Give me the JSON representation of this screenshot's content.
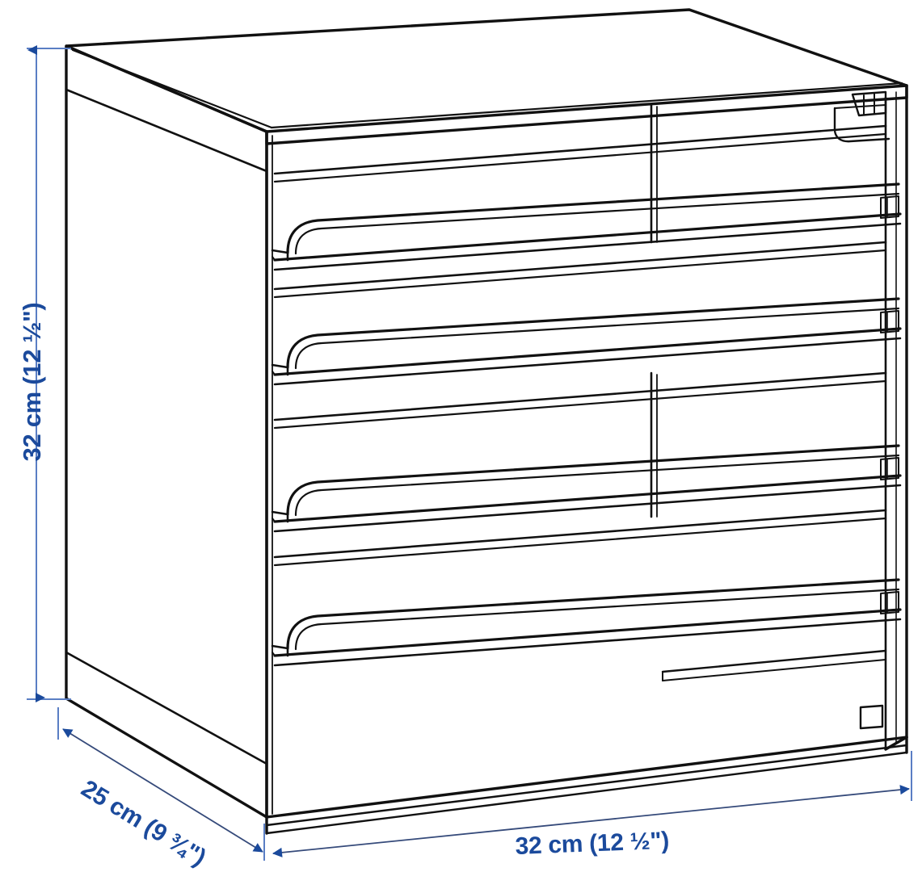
{
  "drawing": {
    "title": "Letter tray / document organiser dimension drawing",
    "view": "isometric line drawing",
    "shelf_count": 4,
    "line_color": "#111111",
    "dimension_color": "#1b4a9c",
    "dimension_line_color": "#5a7ec4",
    "background": "#ffffff"
  },
  "dimensions": {
    "height": {
      "label": "32 cm (12 ½\")",
      "value_cm": 32,
      "value_in": "12 ½\"",
      "orientation": "vertical",
      "position": "left"
    },
    "depth": {
      "label": "25 cm (9 ¾\")",
      "value_cm": 25,
      "value_in": "9 ¾\"",
      "orientation": "diagonal",
      "position": "bottom-left"
    },
    "width": {
      "label": "32 cm (12 ½\")",
      "value_cm": 32,
      "value_in": "12 ½\"",
      "orientation": "horizontal",
      "position": "bottom"
    }
  },
  "icons": {
    "arrow_up": "arrow-up-icon",
    "arrow_down": "arrow-down-icon",
    "arrow_left": "arrow-left-icon",
    "arrow_right": "arrow-right-icon",
    "arrow_diagonal": "arrow-diagonal-icon"
  }
}
